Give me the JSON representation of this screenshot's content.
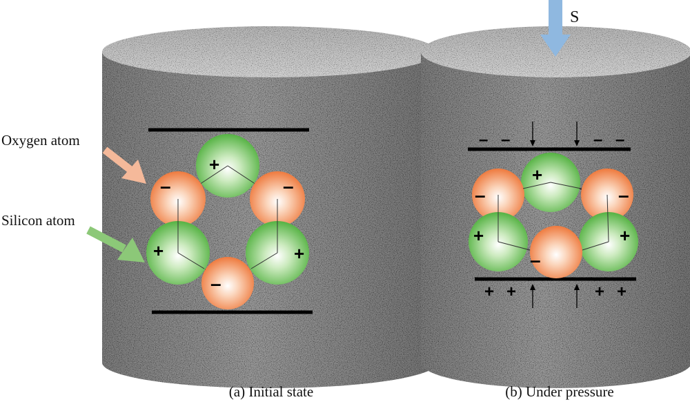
{
  "labels": {
    "oxygen_atom": "Oxygen atom",
    "silicon_atom": "Silicon atom",
    "stress": "S",
    "caption_a": "(a) Initial state",
    "caption_b": "(b) Under pressure"
  },
  "signs": {
    "plus": "+",
    "minus": "–"
  },
  "colors": {
    "oxygen": "#f0824a",
    "silicon": "#5cb84a",
    "oxygen_arrow": "#f5b99a",
    "silicon_arrow": "#8cc878",
    "stress_arrow": "#8fb8e0",
    "specimen": "#8c8c8c"
  }
}
